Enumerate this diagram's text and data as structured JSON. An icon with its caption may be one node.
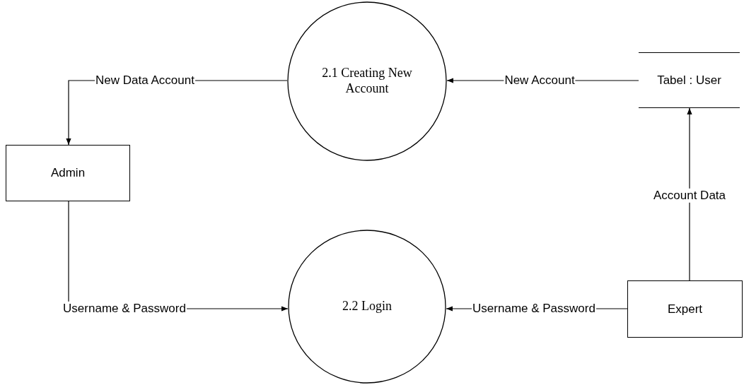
{
  "diagram": {
    "nodes": [
      {
        "text": [
          "2.1 Creating New Account"
        ]
      },
      {
        "text": [
          "Tabel : User"
        ]
      },
      {
        "text": [
          "Admin"
        ]
      },
      {
        "text": [
          "2.2 Login"
        ]
      },
      {
        "text": [
          "Expert"
        ]
      }
    ],
    "edges": [
      {
        "from": 0,
        "to": 2,
        "arrow": "to",
        "label": "New Data Account"
      },
      {
        "from": 1,
        "to": 0,
        "arrow": "to",
        "label": "New Account"
      },
      {
        "from": 2,
        "to": 3,
        "arrow": "to",
        "label": "Username & Password"
      },
      {
        "from": 4,
        "to": 3,
        "arrow": "to",
        "label": "Username & Password"
      },
      {
        "from": 4,
        "to": 1,
        "arrow": "to",
        "label": "Account Data"
      }
    ]
  }
}
